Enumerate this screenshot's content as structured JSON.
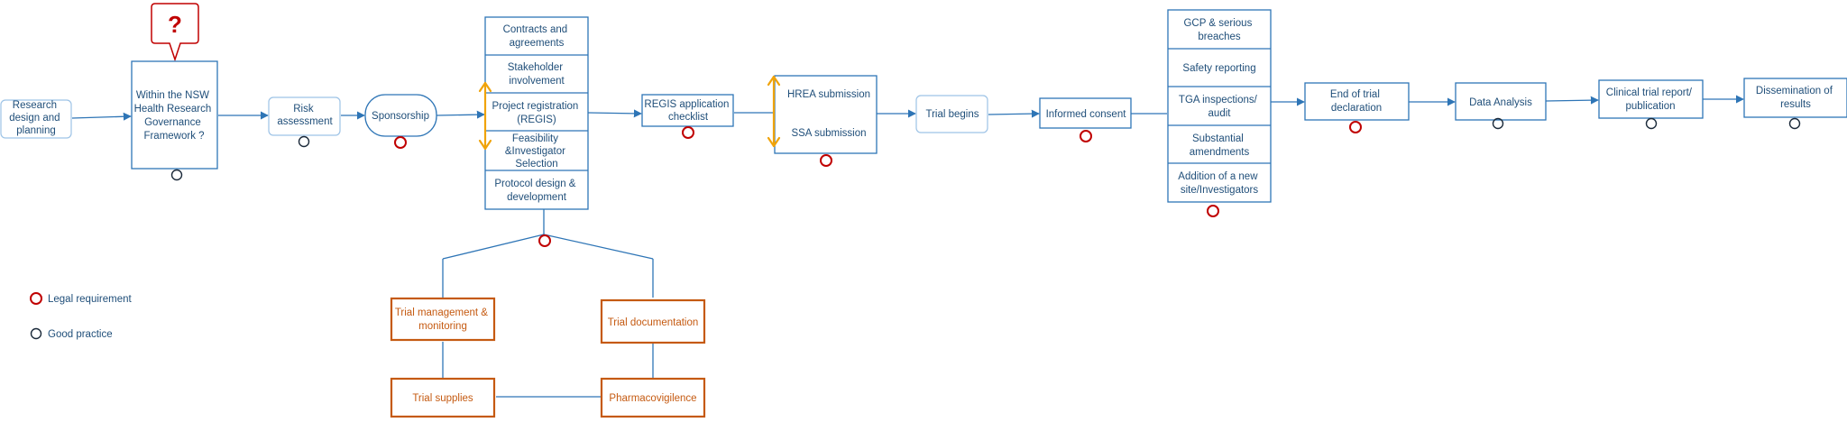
{
  "colors": {
    "blue": "#2e75b6",
    "light_blue_border": "#9dc3e6",
    "text_blue": "#1f4e79",
    "orange": "#c55a11",
    "amber_arrow": "#f0a30a",
    "red": "#c00000",
    "black_circle": "#1b2a3a"
  },
  "steps": {
    "research": [
      "Research",
      "design and",
      "planning"
    ],
    "nsw": [
      "Within the NSW",
      "Health Research",
      "Governance",
      "Framework ?"
    ],
    "question_mark": "?",
    "risk": [
      "Risk",
      "assessment"
    ],
    "sponsorship": [
      "Sponsorship"
    ],
    "regis_checklist": [
      "REGIS application",
      "checklist"
    ],
    "hrea": [
      "HREA submission"
    ],
    "ssa": [
      "SSA submission"
    ],
    "trial_begins": [
      "Trial begins"
    ],
    "informed_consent": [
      "Informed consent"
    ],
    "end_trial": [
      "End of trial",
      "declaration"
    ],
    "data_analysis": [
      "Data Analysis"
    ],
    "report": [
      "Clinical trial report/",
      "publication"
    ],
    "dissemination": [
      "Dissemination of",
      "results"
    ]
  },
  "stack_one": [
    [
      "Contracts and",
      "agreements"
    ],
    [
      "Stakeholder",
      "involvement"
    ],
    [
      "Project registration",
      "(REGIS)"
    ],
    [
      "Feasibility",
      "&Investigator",
      "Selection"
    ],
    [
      "Protocol design &",
      "development"
    ]
  ],
  "stack_two": [
    [
      "GCP & serious",
      "breaches"
    ],
    [
      "Safety reporting"
    ],
    [
      "TGA inspections/",
      "audit"
    ],
    [
      "Substantial",
      "amendments"
    ],
    [
      "Addition of a new",
      "site/Investigators"
    ]
  ],
  "trial_boxes": {
    "management": [
      "Trial management &",
      "monitoring"
    ],
    "documentation": [
      "Trial documentation"
    ],
    "supplies": [
      "Trial supplies"
    ],
    "pharmacovigilence": [
      "Pharmacovigilence"
    ]
  },
  "legend": {
    "legal": "Legal requirement",
    "good": "Good practice"
  }
}
